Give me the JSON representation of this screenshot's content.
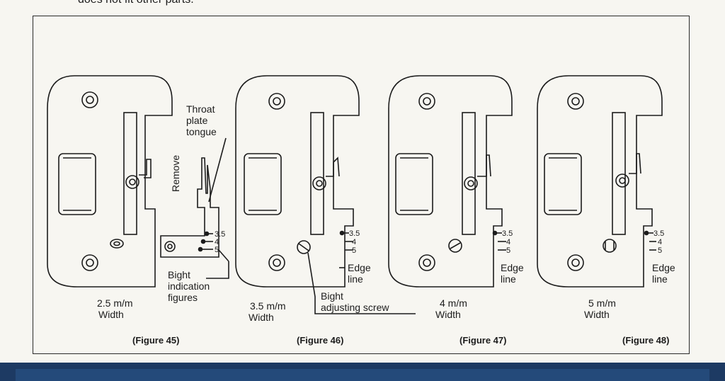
{
  "page": {
    "top_text": "does not fit other parts."
  },
  "labels": {
    "throat_plate_tongue": [
      "Throat",
      "plate",
      "tongue"
    ],
    "remove": "Remove",
    "bight_indication_figures": [
      "Bight",
      "indication",
      "figures"
    ],
    "bight_adjusting_screw": [
      "Bight",
      "adjusting screw"
    ],
    "edge_line": [
      "Edge",
      "line"
    ],
    "scale_numbers": [
      "3.5",
      "4",
      "5"
    ]
  },
  "figures": [
    {
      "caption": "(Figure 45)",
      "width_value": "2.5 m/m",
      "width_word": "Width"
    },
    {
      "caption": "(Figure 46)",
      "width_value": "3.5 m/m",
      "width_word": "Width"
    },
    {
      "caption": "(Figure 47)",
      "width_value": "4 m/m",
      "width_word": "Width"
    },
    {
      "caption": "(Figure 48)",
      "width_value": "5 m/m",
      "width_word": "Width"
    }
  ],
  "colors": {
    "ink": "#1c1c1c",
    "paper": "#f7f6f1",
    "band": "#1d3a63"
  }
}
